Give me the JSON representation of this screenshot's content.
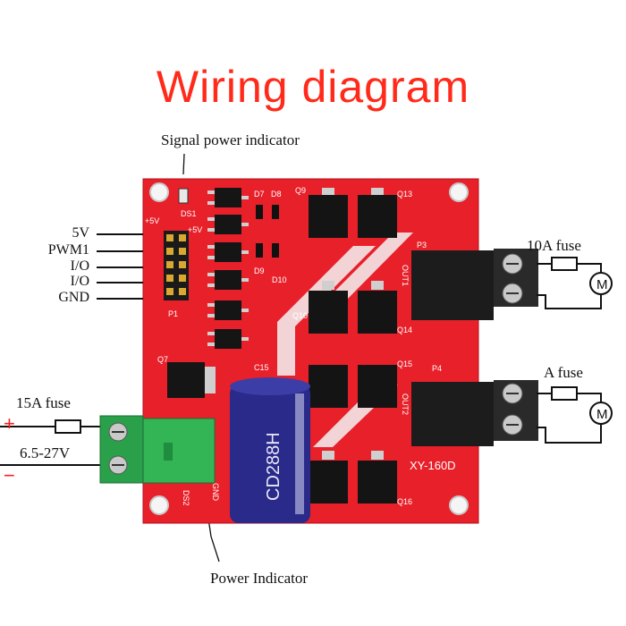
{
  "title": "Wiring diagram",
  "annotations": {
    "signal_power_indicator": "Signal power indicator",
    "power_indicator": "Power Indicator"
  },
  "input_pins": [
    "5V",
    "PWM1",
    "I/O",
    "I/O",
    "GND"
  ],
  "power_input": {
    "fuse": "15A fuse",
    "voltage": "6.5-27V",
    "plus": "+",
    "minus": "−"
  },
  "motor_outputs": [
    {
      "fuse": "10A fuse",
      "motor": "M"
    },
    {
      "fuse": "A fuse",
      "motor": "M"
    }
  ],
  "board": {
    "model": "XY-160D",
    "capacitor": "CD288H",
    "silkscreen": {
      "ds1": "DS1",
      "ds2": "DS2",
      "p1": "P1",
      "p3": "P3",
      "p4": "P4",
      "plus5v_left": "+5V",
      "plus5v_right": "+5V",
      "q7": "Q7",
      "q9": "Q9",
      "q10": "Q10",
      "q13": "Q13",
      "q14": "Q14",
      "q15": "Q15",
      "q16": "Q16",
      "d7": "D7",
      "d8": "D8",
      "d9": "D9",
      "d10": "D10",
      "c15": "C15",
      "gnd": "GND",
      "out1": "OUT1",
      "out2": "OUT2"
    }
  },
  "colors": {
    "title": "#ff2a1a",
    "pcb": "#e8202a",
    "terminal_power": "#2aa04a",
    "terminal_motor": "#1c1c1c",
    "capacitor": "#2a2a8a"
  }
}
